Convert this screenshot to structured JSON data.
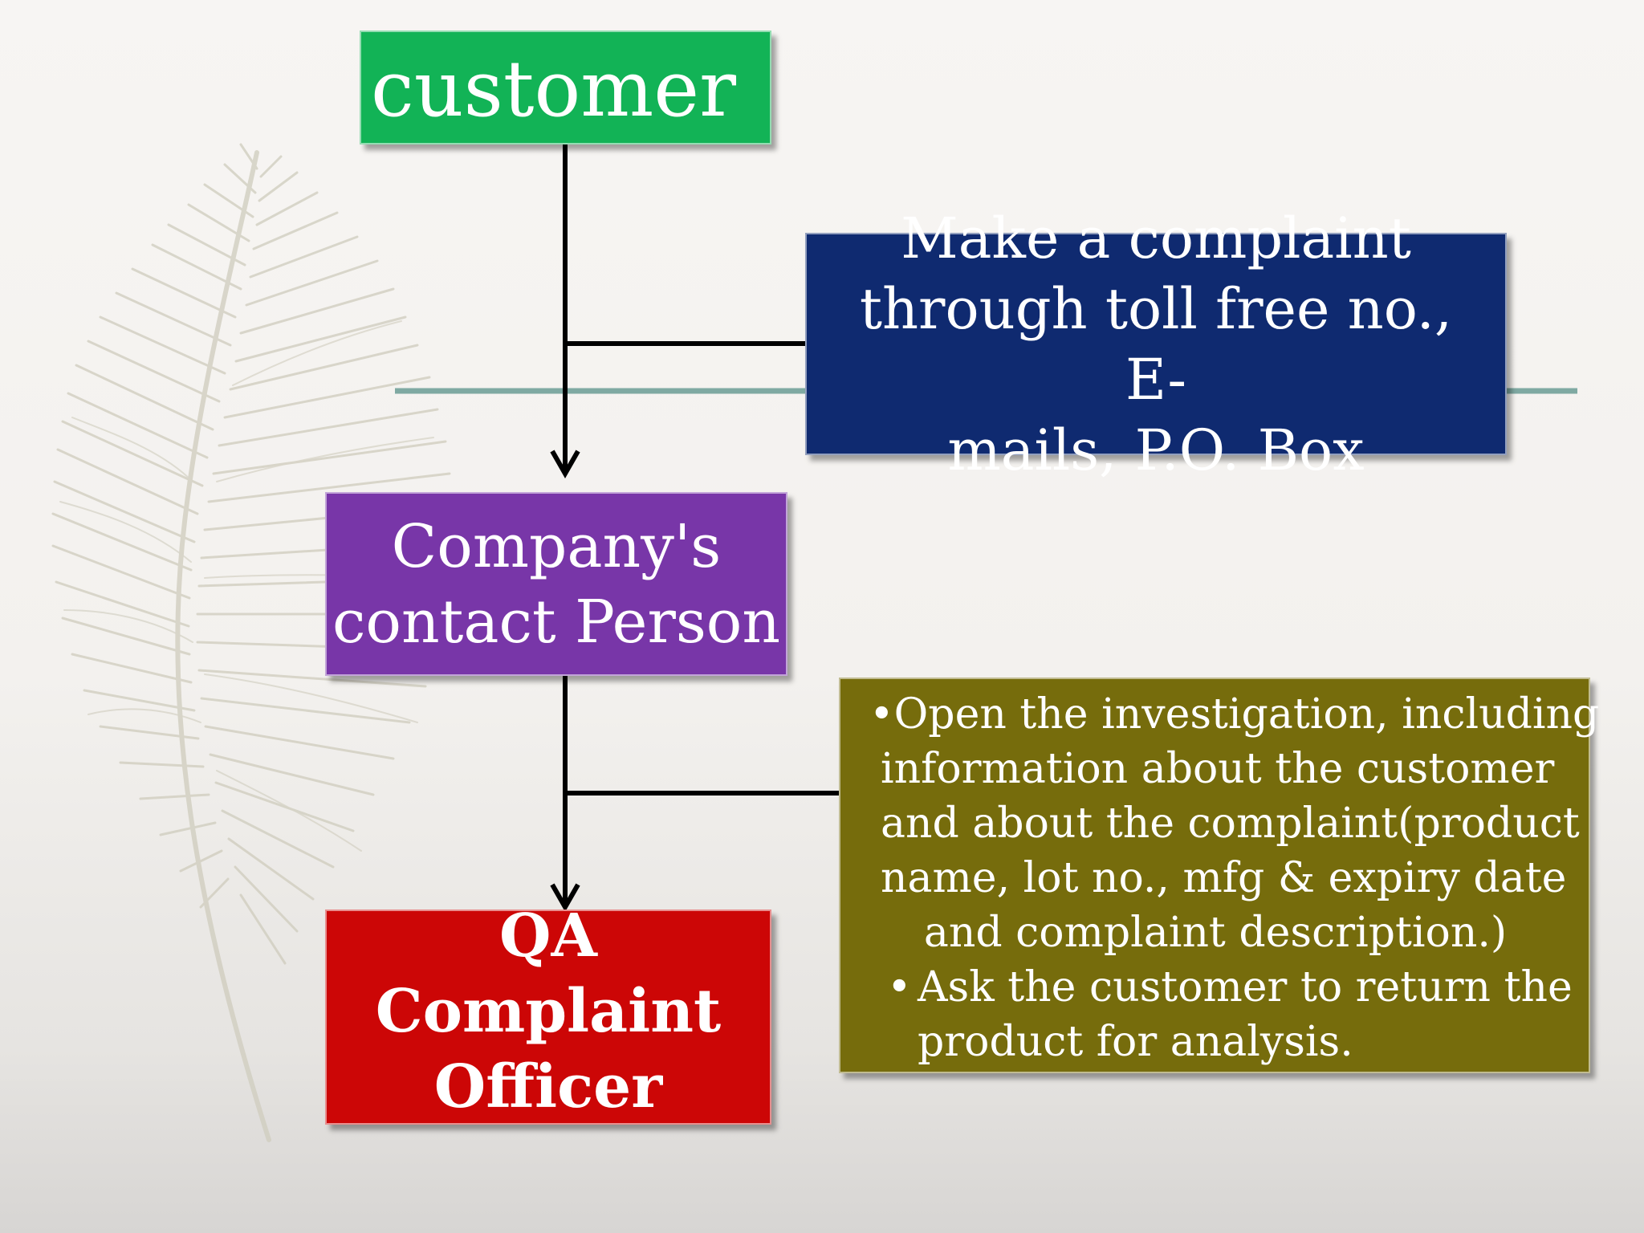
{
  "diagram": {
    "customer_box": {
      "label": "customer",
      "color": "#12b356"
    },
    "complaint_box": {
      "lines": [
        "Make a complaint",
        "through toll free no., E-",
        "mails, P.O. Box"
      ],
      "color": "#0f2a70"
    },
    "contact_box": {
      "lines": [
        "Company's",
        "contact Person"
      ],
      "color": "#7836a8"
    },
    "qa_box": {
      "lines": [
        "QA",
        "Complaint",
        "Officer"
      ],
      "color": "#cc0606"
    },
    "investigation_box": {
      "lines": [
        "•Open the investigation, including",
        "information about the customer",
        "and about the complaint(product",
        "name, lot no., mfg & expiry date",
        "and complaint description.)"
      ],
      "bullet_mark": "•",
      "bullet_lines": [
        "Ask the customer to return the",
        "product for analysis."
      ],
      "color": "#766c0c"
    },
    "accent_rule_color": "#7fa9a2"
  }
}
